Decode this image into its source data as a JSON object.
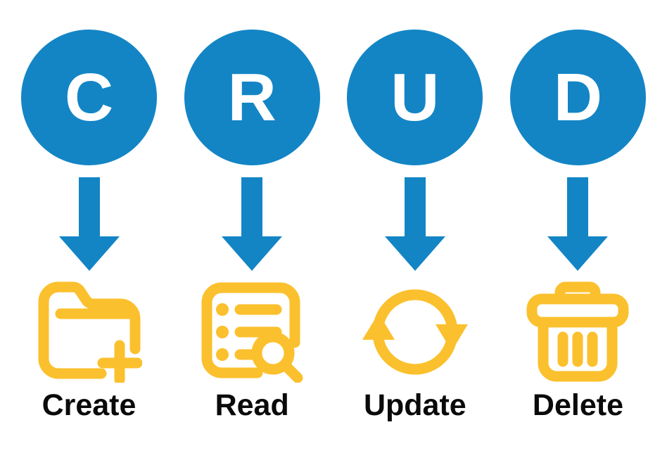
{
  "diagram": {
    "title": "CRUD",
    "background_color": "#ffffff",
    "accent_blue": "#1385C5",
    "accent_yellow": "#FBC02D",
    "label_color": "#0a0a0a",
    "letter_color": "#ffffff"
  },
  "columns": [
    {
      "letter": "C",
      "label": "Create",
      "icon_name": "folder-plus-icon",
      "arrow_name": "down-arrow-create"
    },
    {
      "letter": "R",
      "label": "Read",
      "icon_name": "list-search-icon",
      "arrow_name": "down-arrow-read"
    },
    {
      "letter": "U",
      "label": "Update",
      "icon_name": "sync-refresh-icon",
      "arrow_name": "down-arrow-update"
    },
    {
      "letter": "D",
      "label": "Delete",
      "icon_name": "trash-can-icon",
      "arrow_name": "down-arrow-delete"
    }
  ]
}
